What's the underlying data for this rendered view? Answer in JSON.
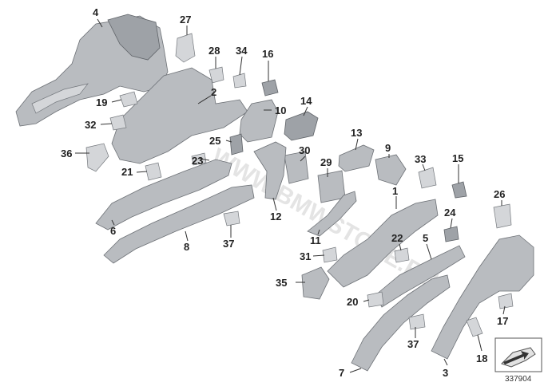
{
  "diagram": {
    "labels": [
      {
        "id": "p4",
        "text": "4"
      },
      {
        "id": "p27",
        "text": "27"
      },
      {
        "id": "p28",
        "text": "28"
      },
      {
        "id": "p34",
        "text": "34"
      },
      {
        "id": "p16",
        "text": "16"
      },
      {
        "id": "p2",
        "text": "2"
      },
      {
        "id": "p19",
        "text": "19"
      },
      {
        "id": "p10",
        "text": "10"
      },
      {
        "id": "p14",
        "text": "14"
      },
      {
        "id": "p32",
        "text": "32"
      },
      {
        "id": "p13",
        "text": "13"
      },
      {
        "id": "p9",
        "text": "9"
      },
      {
        "id": "p36",
        "text": "36"
      },
      {
        "id": "p25",
        "text": "25"
      },
      {
        "id": "p30",
        "text": "30"
      },
      {
        "id": "p33",
        "text": "33"
      },
      {
        "id": "p15",
        "text": "15"
      },
      {
        "id": "p23",
        "text": "23"
      },
      {
        "id": "p29",
        "text": "29"
      },
      {
        "id": "p21",
        "text": "21"
      },
      {
        "id": "p1",
        "text": "1"
      },
      {
        "id": "p26",
        "text": "26"
      },
      {
        "id": "p12",
        "text": "12"
      },
      {
        "id": "p24",
        "text": "24"
      },
      {
        "id": "p6",
        "text": "6"
      },
      {
        "id": "p8",
        "text": "8"
      },
      {
        "id": "p37a",
        "text": "37"
      },
      {
        "id": "p11",
        "text": "11"
      },
      {
        "id": "p22",
        "text": "22"
      },
      {
        "id": "p5",
        "text": "5"
      },
      {
        "id": "p31",
        "text": "31"
      },
      {
        "id": "p35",
        "text": "35"
      },
      {
        "id": "p20",
        "text": "20"
      },
      {
        "id": "p17",
        "text": "17"
      },
      {
        "id": "p37b",
        "text": "37"
      },
      {
        "id": "p18",
        "text": "18"
      },
      {
        "id": "p7",
        "text": "7"
      },
      {
        "id": "p3",
        "text": "3"
      }
    ],
    "reference_number": "337904",
    "watermark": "WWW.BMWSTORE.RU"
  }
}
